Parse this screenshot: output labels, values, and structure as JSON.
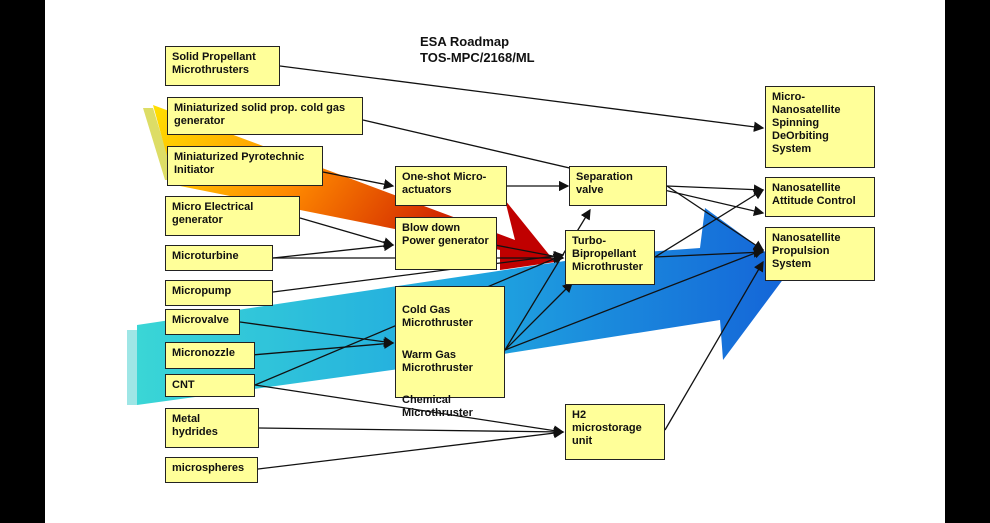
{
  "title": {
    "line1": "ESA Roadmap",
    "line2": "TOS-MPC/2168/ML"
  },
  "colors": {
    "box_fill": "#ffff99",
    "warm_arrow": [
      "#ffd700",
      "#ff7a00",
      "#cc0000"
    ],
    "cool_arrow": [
      "#3ad6d6",
      "#1f8fe0",
      "#1464d8"
    ]
  },
  "nodes": {
    "solid_prop": "Solid Propellant\nMicrothrusters",
    "mini_solid": "Miniaturized solid prop. cold gas\ngenerator",
    "mini_pyro": "Miniaturized Pyrotechnic\nInitiator",
    "micro_elec": "Micro Electrical\ngenerator",
    "microturbine": "Microturbine",
    "micropump": "Micropump",
    "microvalve": "Microvalve",
    "micronozzle": "Micronozzle",
    "cnt": "CNT",
    "metal_hydrides": "Metal\nhydrides",
    "microspheres": "microspheres",
    "one_shot": "One-shot Micro-\nactuators",
    "blow_down": "Blow down\nPower generator",
    "thrusters_cold": "Cold Gas\nMicrothruster",
    "thrusters_warm": "Warm Gas\nMicrothruster",
    "thrusters_chem": "Chemical\nMicrothruster",
    "separation": "Separation\nvalve",
    "turbo": "Turbo-\nBipropellant\nMicrothruster",
    "h2": "H2\nmicrostorage\nunit",
    "deorbit": "Micro-\nNanosatellite\nSpinning\nDeOrbiting\nSystem",
    "attitude": "Nanosatellite\nAttitude Control",
    "propulsion": "Nanosatellite\nPropulsion\nSystem"
  }
}
